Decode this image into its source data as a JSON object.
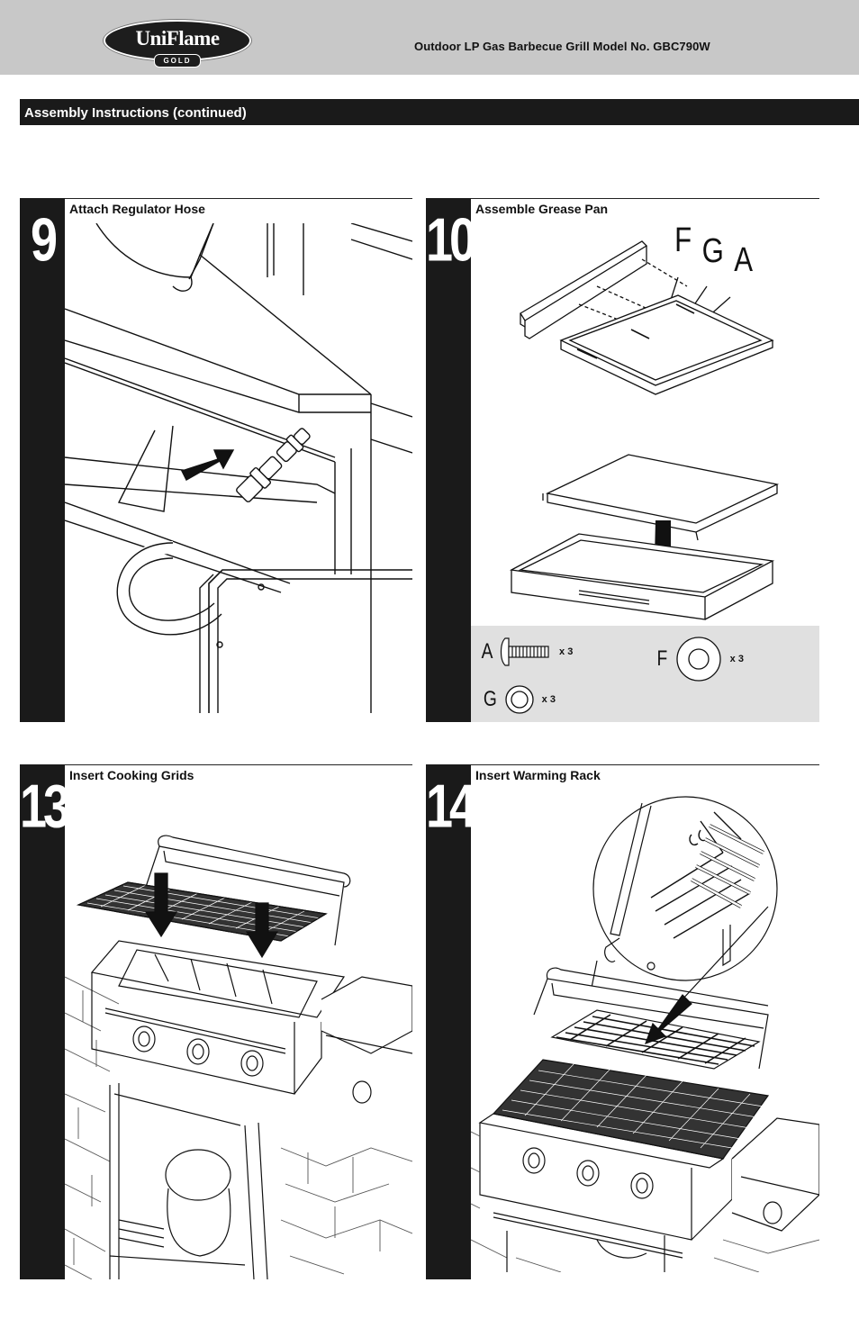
{
  "header": {
    "brand": "UniFlame",
    "brand_sub": "GOLD",
    "title": "Outdoor LP Gas Barbecue Grill  Model No. GBC790W"
  },
  "section": {
    "title": "Assembly Instructions (continued)"
  },
  "steps": [
    {
      "number": "9",
      "title": "Attach Regulator Hose"
    },
    {
      "number": "10",
      "title": "Assemble Grease Pan",
      "callouts": [
        "F",
        "G",
        "A"
      ],
      "hardware": [
        {
          "letter": "A",
          "count": "x 3"
        },
        {
          "letter": "F",
          "count": "x 3"
        },
        {
          "letter": "G",
          "count": "x 3"
        }
      ]
    },
    {
      "number": "13",
      "title": "Insert Cooking Grids"
    },
    {
      "number": "14",
      "title": "Insert Warming Rack"
    }
  ]
}
